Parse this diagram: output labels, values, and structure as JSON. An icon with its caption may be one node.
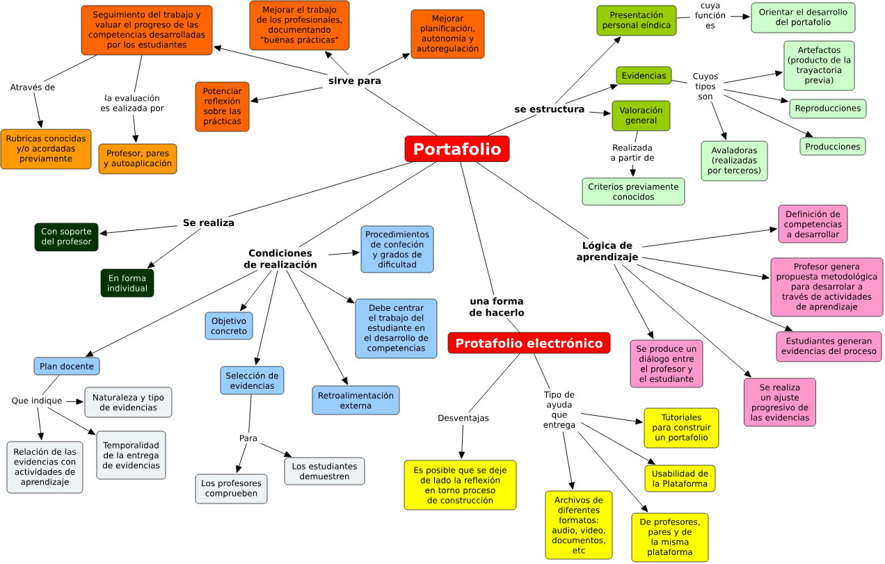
{
  "diagram": {
    "nodes": [
      {
        "text": [
          "Portafolio"
        ]
      },
      {
        "text": [
          "sirve para"
        ]
      },
      {
        "text": [
          "Seguimiento del trabajo y valuar el progreso de las competencias desarrolladas por los estudiantes"
        ]
      },
      {
        "text": [
          "Mejorar el trabajo de los profesionales, documentando \"buenas prácticas\""
        ]
      },
      {
        "text": [
          "Mejorar planificación, autonomía y autoregulación"
        ]
      },
      {
        "text": [
          "Potenciar reflexión sobre las prácticas"
        ]
      },
      {
        "text": [
          "Através de"
        ]
      },
      {
        "text": [
          "la evaluación es ealizada por"
        ]
      },
      {
        "text": [
          "Rubricas conocidas y/o acordadas previamente"
        ]
      },
      {
        "text": [
          "Profesor, pares y autoaplicación"
        ]
      },
      {
        "text": [
          "se estructura"
        ]
      },
      {
        "text": [
          "Presentación personal eíndica"
        ]
      },
      {
        "text": [
          "cuya función es"
        ]
      },
      {
        "text": [
          "Orientar el desarrollo del portafolio"
        ]
      },
      {
        "text": [
          "Evidencias"
        ]
      },
      {
        "text": [
          "Cuyos tipos son"
        ]
      },
      {
        "text": [
          "Artefactos (producto de la trayactoria previa)"
        ]
      },
      {
        "text": [
          "Reproducciones"
        ]
      },
      {
        "text": [
          "Avaladoras (realizadas por terceros)"
        ]
      },
      {
        "text": [
          "Producciones"
        ]
      },
      {
        "text": [
          "Valoración general"
        ]
      },
      {
        "text": [
          "Realizada a partir de"
        ]
      },
      {
        "text": [
          "Criterios previamente conocidos"
        ]
      },
      {
        "text": [
          "Se realiza"
        ]
      },
      {
        "text": [
          "Con soporte del profesor"
        ]
      },
      {
        "text": [
          "En forma individual"
        ]
      },
      {
        "text": [
          "Condiciones de realización"
        ]
      },
      {
        "text": [
          "Procedimientos de confeción y grados de dificultad"
        ]
      },
      {
        "text": [
          "Objetivo concreto"
        ]
      },
      {
        "text": [
          "Debe centrar el trabajo del estudiante en el desarrollo de competencias"
        ]
      },
      {
        "text": [
          "Plan docente"
        ]
      },
      {
        "text": [
          "Selección de evidencias"
        ]
      },
      {
        "text": [
          "Retroalimentación externa"
        ]
      },
      {
        "text": [
          "Que indique"
        ]
      },
      {
        "text": [
          "Naturaleza y tipo de evidencias"
        ]
      },
      {
        "text": [
          "Relación de las evidencias con actividades de aprendizaje"
        ]
      },
      {
        "text": [
          "Temporalidad de la entrega de evidencias"
        ]
      },
      {
        "text": [
          "Para"
        ]
      },
      {
        "text": [
          "Los profesores comprueben"
        ]
      },
      {
        "text": [
          "Los estudiantes demuestren"
        ]
      },
      {
        "text": [
          "una forma de hacerlo"
        ]
      },
      {
        "text": [
          "Protafolio electrónico"
        ]
      },
      {
        "text": [
          "Desventajas"
        ]
      },
      {
        "text": [
          "Tipo de ayuda que entrega"
        ]
      },
      {
        "text": [
          "Es posible que se deje de lado la reflexión en torno proceso de construcción"
        ]
      },
      {
        "text": [
          "Archivos de diferentes formatos: audio, video, documentos, etc"
        ]
      },
      {
        "text": [
          "Tutoriales para construir un portafolio"
        ]
      },
      {
        "text": [
          "Usabilidad de la Plataforma"
        ]
      },
      {
        "text": [
          "De profesores, pares y de la misma plataforma"
        ]
      },
      {
        "text": [
          "Lógica de aprendizaje"
        ]
      },
      {
        "text": [
          "Definición de competencias a desarrollar"
        ]
      },
      {
        "text": [
          "Profesor genera propuesta metodológica para desarrolar a través de actividades de aprendizaje"
        ]
      },
      {
        "text": [
          "Se produce un diálogo entre el profesor y el estudiante"
        ]
      },
      {
        "text": [
          "Estudiantes generan evidencias del proceso"
        ]
      },
      {
        "text": [
          "Se realiza un ajuste progresivo de las evidencias"
        ]
      }
    ],
    "edges": [
      {
        "from": 0,
        "to": 1,
        "arrow": "none"
      },
      {
        "from": 1,
        "to": 2,
        "arrow": "to"
      },
      {
        "from": 1,
        "to": 3,
        "arrow": "to"
      },
      {
        "from": 1,
        "to": 4,
        "arrow": "to"
      },
      {
        "from": 1,
        "to": 5,
        "arrow": "to"
      },
      {
        "from": 2,
        "to": 6,
        "arrow": "none"
      },
      {
        "from": 6,
        "to": 8,
        "arrow": "to"
      },
      {
        "from": 2,
        "to": 7,
        "arrow": "none"
      },
      {
        "from": 7,
        "to": 9,
        "arrow": "to"
      },
      {
        "from": 0,
        "to": 10,
        "arrow": "none"
      },
      {
        "from": 10,
        "to": 11,
        "arrow": "to"
      },
      {
        "from": 10,
        "to": 14,
        "arrow": "to"
      },
      {
        "from": 10,
        "to": 20,
        "arrow": "to"
      },
      {
        "from": 11,
        "to": 12,
        "arrow": "none"
      },
      {
        "from": 12,
        "to": 13,
        "arrow": "to"
      },
      {
        "from": 14,
        "to": 15,
        "arrow": "none"
      },
      {
        "from": 15,
        "to": 16,
        "arrow": "to"
      },
      {
        "from": 15,
        "to": 17,
        "arrow": "to"
      },
      {
        "from": 15,
        "to": 18,
        "arrow": "to"
      },
      {
        "from": 15,
        "to": 19,
        "arrow": "to"
      },
      {
        "from": 20,
        "to": 21,
        "arrow": "none"
      },
      {
        "from": 21,
        "to": 22,
        "arrow": "to"
      },
      {
        "from": 0,
        "to": 23,
        "arrow": "none"
      },
      {
        "from": 23,
        "to": 24,
        "arrow": "to"
      },
      {
        "from": 23,
        "to": 25,
        "arrow": "to"
      },
      {
        "from": 0,
        "to": 26,
        "arrow": "none"
      },
      {
        "from": 26,
        "to": 27,
        "arrow": "to"
      },
      {
        "from": 26,
        "to": 28,
        "arrow": "to"
      },
      {
        "from": 26,
        "to": 29,
        "arrow": "to"
      },
      {
        "from": 26,
        "to": 30,
        "arrow": "to"
      },
      {
        "from": 26,
        "to": 31,
        "arrow": "to"
      },
      {
        "from": 26,
        "to": 32,
        "arrow": "to"
      },
      {
        "from": 30,
        "to": 33,
        "arrow": "none"
      },
      {
        "from": 33,
        "to": 34,
        "arrow": "to"
      },
      {
        "from": 33,
        "to": 35,
        "arrow": "to"
      },
      {
        "from": 33,
        "to": 36,
        "arrow": "to"
      },
      {
        "from": 31,
        "to": 37,
        "arrow": "none"
      },
      {
        "from": 37,
        "to": 38,
        "arrow": "to"
      },
      {
        "from": 37,
        "to": 39,
        "arrow": "to"
      },
      {
        "from": 0,
        "to": 40,
        "arrow": "none"
      },
      {
        "from": 40,
        "to": 41,
        "arrow": "none"
      },
      {
        "from": 41,
        "to": 42,
        "arrow": "none"
      },
      {
        "from": 42,
        "to": 44,
        "arrow": "to"
      },
      {
        "from": 41,
        "to": 43,
        "arrow": "none"
      },
      {
        "from": 43,
        "to": 45,
        "arrow": "to"
      },
      {
        "from": 43,
        "to": 46,
        "arrow": "to"
      },
      {
        "from": 43,
        "to": 47,
        "arrow": "to"
      },
      {
        "from": 43,
        "to": 48,
        "arrow": "to"
      },
      {
        "from": 0,
        "to": 49,
        "arrow": "none"
      },
      {
        "from": 49,
        "to": 50,
        "arrow": "to"
      },
      {
        "from": 49,
        "to": 51,
        "arrow": "to"
      },
      {
        "from": 49,
        "to": 52,
        "arrow": "to"
      },
      {
        "from": 49,
        "to": 53,
        "arrow": "to"
      },
      {
        "from": 49,
        "to": 54,
        "arrow": "to"
      }
    ]
  }
}
